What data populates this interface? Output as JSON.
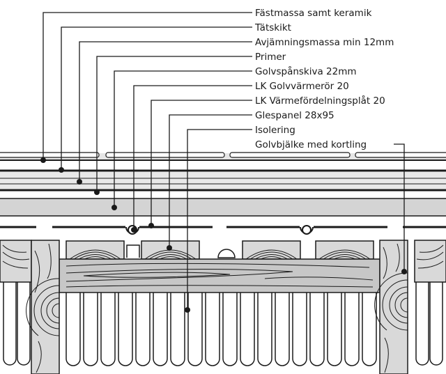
{
  "labels": [
    "Fästmassa samt keramik",
    "Tätskikt",
    "Avjämningsmassa min 12mm",
    "Primer",
    "Golvspånskiva 22mm",
    "LK Golvvärmerör 20",
    "LK Värmefördelningsplåt 20",
    "Glespanel 28x95",
    "Isolering",
    "Golvbjälke med kortling"
  ],
  "colors": {
    "line": "#1a1a1a",
    "wood": "#d9d9d9",
    "wood_dark": "#c7c7c7",
    "board": "#d4d4d4"
  }
}
